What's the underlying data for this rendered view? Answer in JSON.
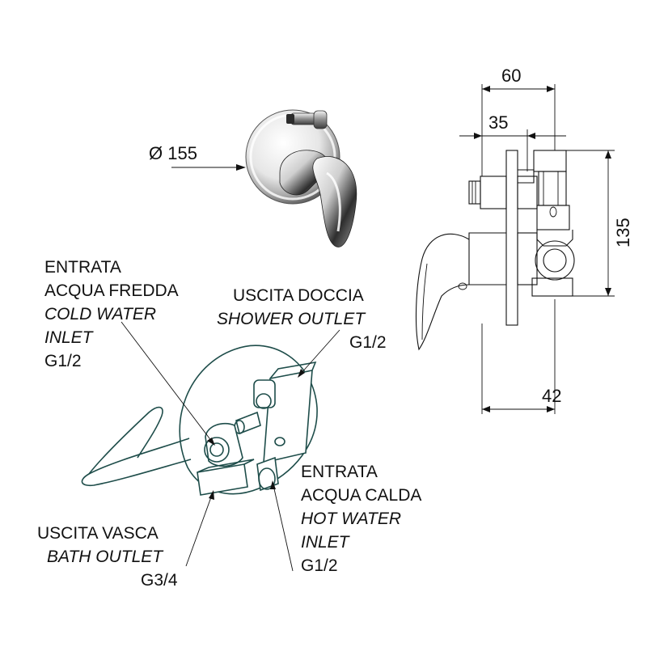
{
  "dimensions": {
    "diameter": "Ø 155",
    "width_60": "60",
    "depth_35": "35",
    "height_135": "135",
    "depth_42": "42"
  },
  "labels": {
    "cold_inlet": [
      "ENTRATA",
      "ACQUA FREDDA",
      "COLD WATER",
      "INLET",
      "G1/2"
    ],
    "shower_outlet": [
      "USCITA DOCCIA",
      "SHOWER OUTLET",
      "G1/2"
    ],
    "hot_inlet": [
      "ENTRATA",
      "ACQUA CALDA",
      "HOT WATER",
      "INLET",
      "G1/2"
    ],
    "bath_outlet": [
      "USCITA VASCA",
      "BATH OUTLET",
      "G3/4"
    ]
  },
  "colors": {
    "line": "#111111",
    "outline_drawing": "#1e4d4a",
    "chrome_dark": "#3a3a3a",
    "chrome_light": "#f2f2f2"
  }
}
